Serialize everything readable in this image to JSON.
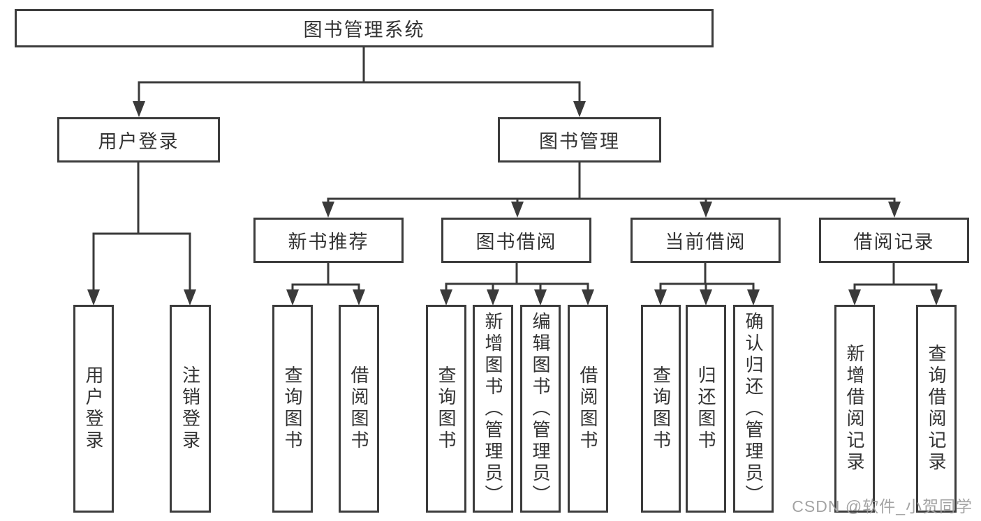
{
  "diagram": {
    "nodes": {
      "root": "图书管理系统",
      "user_login": "用户登录",
      "book_management": "图书管理",
      "new_book_recommend": "新书推荐",
      "book_borrowing": "图书借阅",
      "current_borrowing": "当前借阅",
      "borrowing_records": "借阅记录",
      "leaf_user_login": "用户登录",
      "leaf_logout": "注销登录",
      "rec_query_books": "查询图书",
      "rec_borrow_books": "借阅图书",
      "bor_query_books": "查询图书",
      "bor_add_books": "新增图书（管理员）",
      "bor_edit_books": "编辑图书（管理员）",
      "bor_borrow_books": "借阅图书",
      "cur_query_books": "查询图书",
      "cur_return_books": "归还图书",
      "cur_confirm_return": "确认归还（管理员）",
      "recs_add_record": "新增借阅记录",
      "recs_query_record": "查询借阅记录"
    },
    "watermark": "CSDN @软件_小贺同学",
    "colors": {
      "line": "#3a3a3a",
      "border": "#3c3c3c",
      "text": "#333333",
      "watermark": "#9c9c9c",
      "background": "#ffffff"
    }
  }
}
